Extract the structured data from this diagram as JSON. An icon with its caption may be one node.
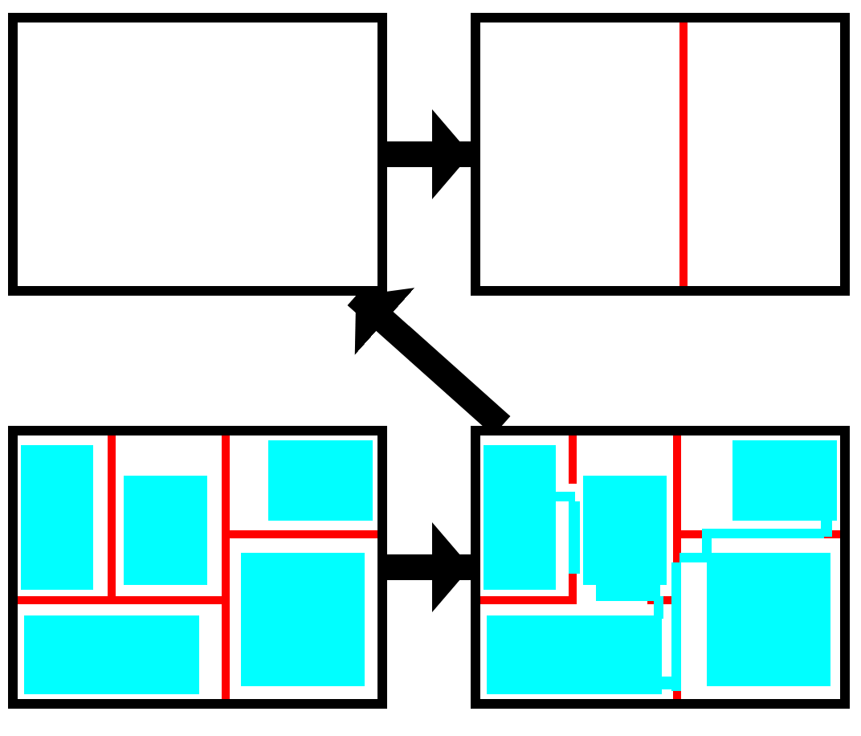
{
  "diagram": {
    "nodes": [
      {
        "text": [],
        "shape": "box"
      },
      {
        "text": [],
        "shape": "picture"
      },
      {
        "text": [],
        "shape": "picture"
      },
      {
        "text": [],
        "shape": "picture"
      }
    ],
    "edges": [
      {
        "from": 0,
        "to": 1,
        "arrow": "to"
      },
      {
        "from": 3,
        "to": 0,
        "arrow": "to"
      },
      {
        "from": 2,
        "to": 3,
        "arrow": "to"
      }
    ]
  }
}
